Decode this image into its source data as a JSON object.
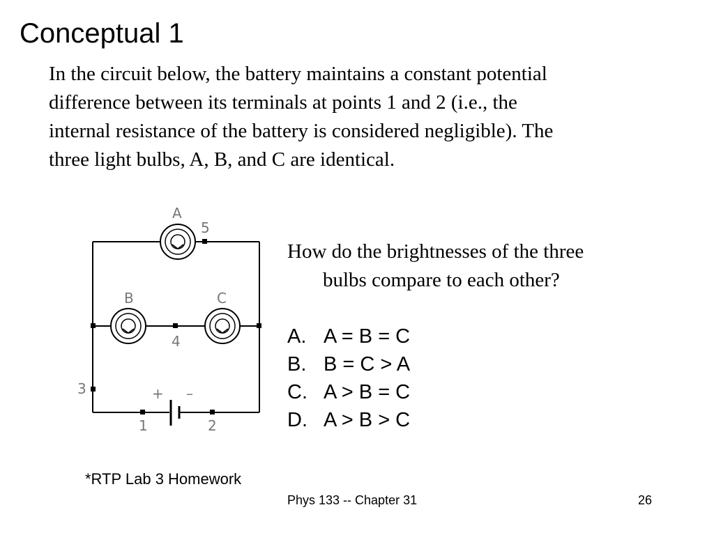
{
  "title": "Conceptual 1",
  "intro": {
    "lines": [
      "In the circuit below, the battery maintains a constant potential",
      "difference between its terminals at points 1 and 2 (i.e., the",
      "internal resistance of the battery is considered negligible). The",
      "three light bulbs, A, B, and C are identical."
    ]
  },
  "circuit": {
    "bulb_labels": {
      "a": "A",
      "b": "B",
      "c": "C"
    },
    "point_labels": {
      "p1": "1",
      "p2": "2",
      "p3": "3",
      "p4": "4",
      "p5": "5"
    },
    "battery_labels": {
      "plus": "+",
      "minus": "–"
    }
  },
  "question": {
    "line1": "How do the brightnesses of the three",
    "line2": "bulbs compare to each other?"
  },
  "options": [
    {
      "letter": "A.",
      "text": "A = B = C"
    },
    {
      "letter": "B.",
      "text": "B = C > A"
    },
    {
      "letter": "C.",
      "text": "A > B = C"
    },
    {
      "letter": "D.",
      "text": "A > B > C"
    }
  ],
  "source_note": "*RTP Lab 3 Homework",
  "footer": {
    "course": "Phys 133 -- Chapter 31",
    "page": "26"
  }
}
